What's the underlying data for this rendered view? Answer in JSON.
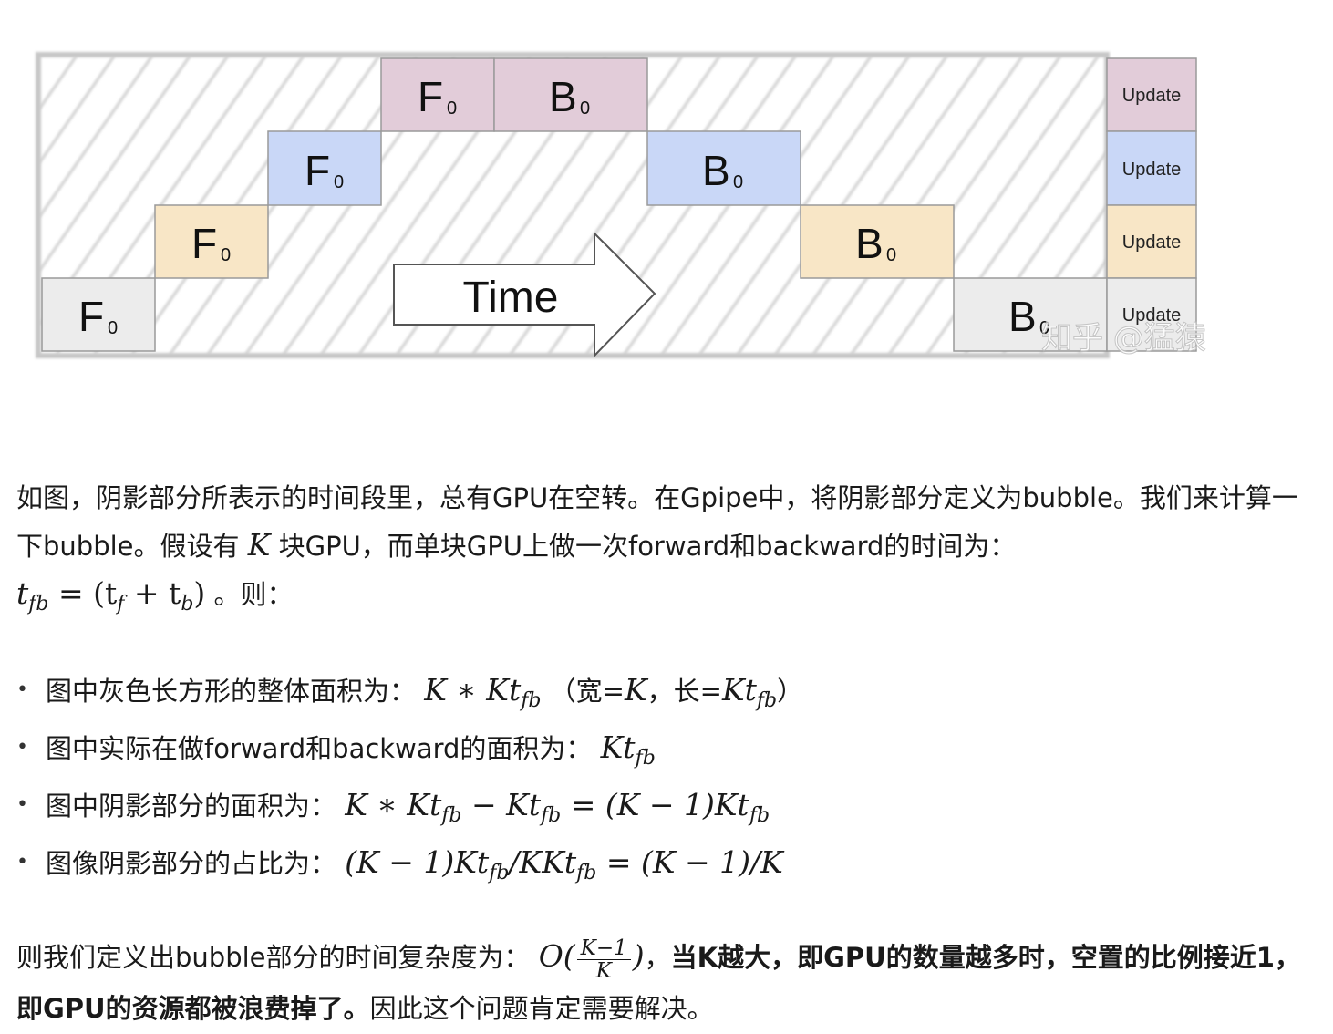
{
  "figure": {
    "forward": {
      "letter": "F",
      "sub": "0"
    },
    "backward": {
      "letter": "B",
      "sub": "0"
    },
    "update_label": "Update",
    "time_label": "Time",
    "watermark": "知乎 @猛猿",
    "colors": {
      "stage0": "#ececec",
      "stage1": "#f8e6c6",
      "stage2": "#c9d7f7",
      "stage3": "#e2ccd9",
      "hatch": "#d9d9d9"
    }
  },
  "article": {
    "p1": {
      "t1": "如图，阴影部分所表示的时间段里，总有GPU在空转。在Gpipe中，将阴影部分定义为bubble。我们来计算一下bubble。假设有",
      "m1": "K",
      "t2": "块GPU，而单块GPU上做一次forward和backward的时间为：",
      "m2a": "t",
      "m2b": "fb",
      "m2c": " = (t",
      "m2d": "f",
      "m2e": " + t",
      "m2f": "b",
      "m2g": ")",
      "t3": "。则："
    },
    "bullets": {
      "b1": {
        "t": "图中灰色长方形的整体面积为：",
        "m": "K ∗ Kt",
        "s": "fb",
        "t2": "（宽=",
        "m2": "K",
        "t3": "，长=",
        "m3": "Kt",
        "s3": "fb",
        "t4": "）"
      },
      "b2": {
        "t": "图中实际在做forward和backward的面积为：",
        "m": "Kt",
        "s": "fb"
      },
      "b3": {
        "t": "图中阴影部分的面积为：",
        "m": "K ∗ Kt",
        "s": "fb",
        "m2": " − Kt",
        "s2": "fb",
        "m3": " = (K − 1)Kt",
        "s3": "fb"
      },
      "b4": {
        "t": "图像阴影部分的占比为：",
        "m": "(K − 1)Kt",
        "s": "fb",
        "m2": "/KKt",
        "s2": "fb",
        "m3": " = (K − 1)/K"
      }
    },
    "p2": {
      "t1": "则我们定义出bubble部分的时间复杂度为：",
      "m1": "O(",
      "num": "K−1",
      "den": "K",
      "m2": ")",
      "t2": "，",
      "bold": "当K越大，即GPU的数量越多时，空置的比例接近1，即GPU的资源都被浪费掉了。",
      "t3": "因此这个问题肯定需要解决。"
    }
  }
}
